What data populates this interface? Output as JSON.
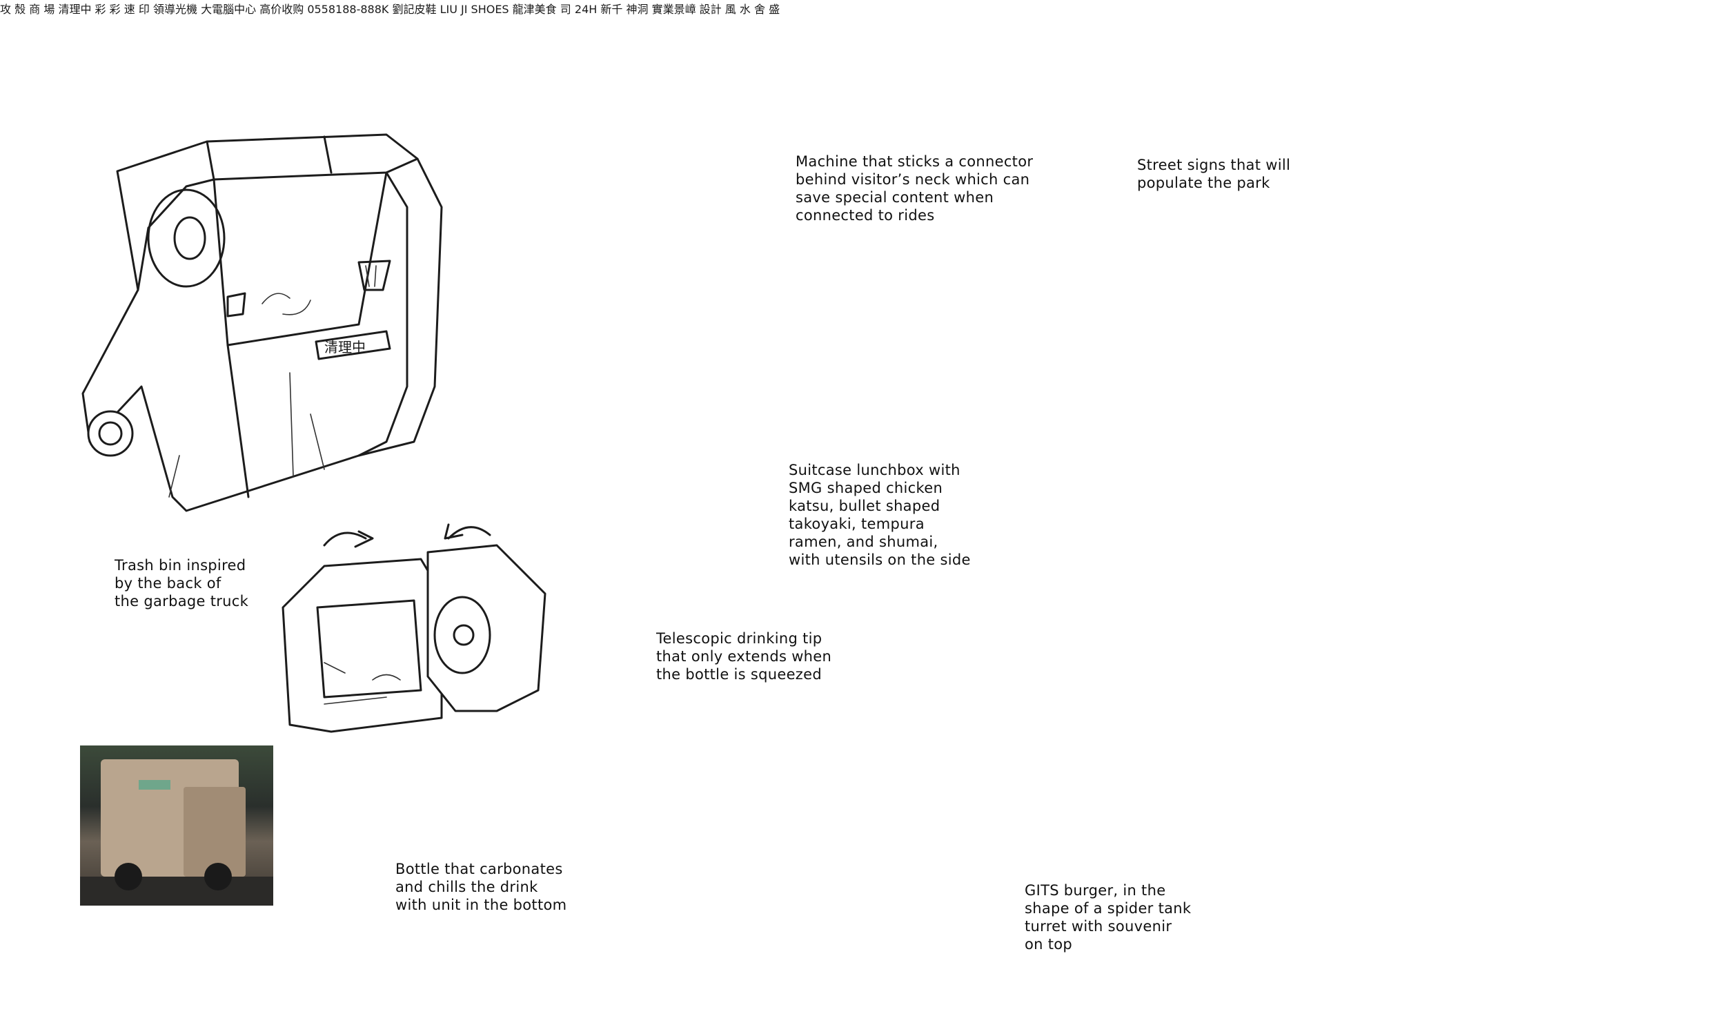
{
  "notes": {
    "trash_bin": "Trash bin inspired\nby the back of\nthe garbage truck",
    "neck_machine": "Machine that sticks a connector\nbehind visitor’s neck which can\nsave special content when\nconnected to rides",
    "street_signs": "Street signs that will\npopulate the park",
    "lunchbox": "Suitcase lunchbox with\nSMG shaped chicken\nkatsu, bullet shaped\ntakoyaki, tempura\nramen, and shumai,\nwith utensils on the side",
    "drinking_tip": "Telescopic drinking tip\nthat only extends when\nthe bottle is squeezed",
    "bottle": "Bottle that carbonates\nand chills the drink\nwith unit in the bottom",
    "burger": "GITS burger, in the\nshape of a spider tank\nturret with souvenir\non top"
  },
  "sign_text": {
    "cleaning": "清理中",
    "vertical_mall": [
      "攻",
      "殼",
      "商",
      "場"
    ],
    "color_print": [
      "彩",
      "彩",
      "速",
      "印"
    ],
    "guide_light": "領導光機",
    "big_computer": "大電腦中心",
    "high_price": "高价收购",
    "phone": "0558188-888K",
    "liu_ji_cn": "劉記皮鞋",
    "liu_ji_en": "LIU JI SHOES",
    "long_jin": "龍津美食",
    "si": "司",
    "si_hours": "24H",
    "tall_top": "新千 神洞",
    "tall_main": "實業景嶂",
    "tall_bottom": "設計",
    "fengshui": [
      "風",
      "水",
      "舍",
      "盛"
    ]
  },
  "colors": {
    "ink": "#1c1c1c",
    "paper": "#ffffff",
    "photo_sign": "#6fa68b"
  }
}
